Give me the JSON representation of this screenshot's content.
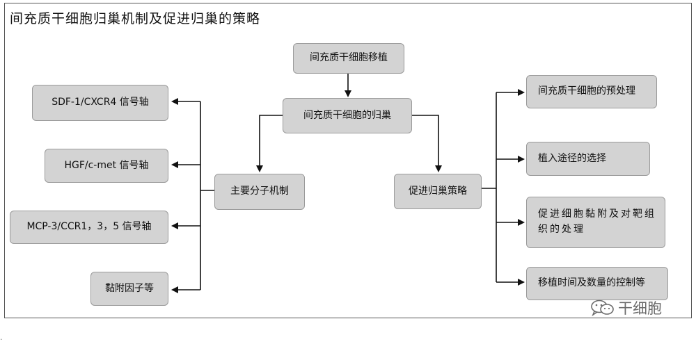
{
  "title": "间充质干细胞归巢机制及促进归巢的策略",
  "nodes": {
    "transplant": "间充质干细胞移植",
    "homing": "间充质干细胞的归巢",
    "mechanism": "主要分子机制",
    "strategy": "促进归巢策略",
    "sdf": "SDF-1/CXCR4 信号轴",
    "hgf": "HGF/c-met 信号轴",
    "mcp": "MCP-3/CCR1，3，5 信号轴",
    "adhesion": "黏附因子等",
    "pretreat": "间充质干细胞的预处理",
    "route": "植入途径的选择",
    "target": "促进细胞黏附及对靶组织的处理",
    "timing": "移植时间及数量的控制等"
  },
  "watermark": "干细胞",
  "colors": {
    "box_fill": "#d3d3d3",
    "box_border": "#9a9a9a",
    "line": "#111111",
    "frame": "#555555"
  }
}
